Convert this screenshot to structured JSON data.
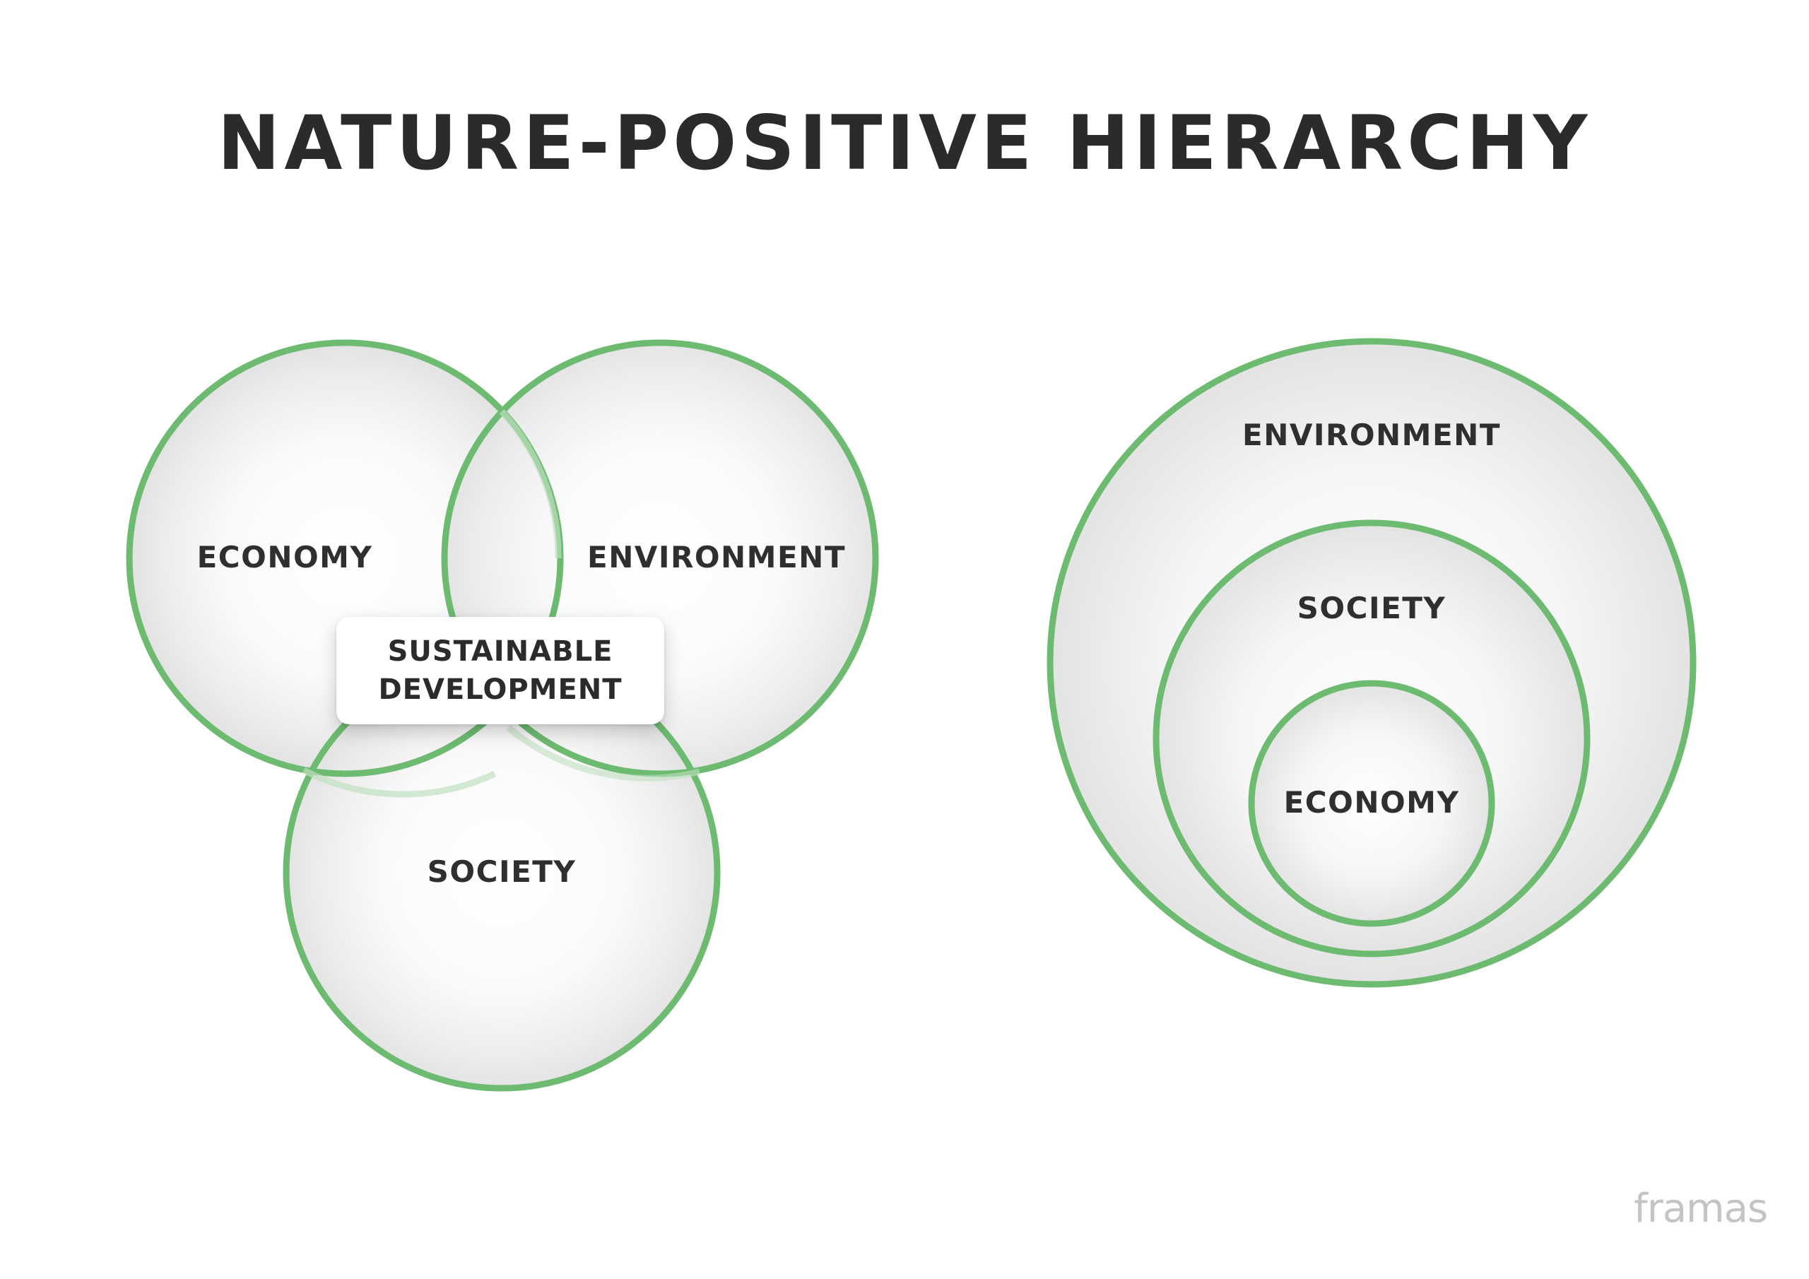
{
  "title": "NATURE-POSITIVE HIERARCHY",
  "venn": {
    "economy": "ECONOMY",
    "environment": "ENVIRONMENT",
    "society": "SOCIETY",
    "center_line1": "SUSTAINABLE",
    "center_line2": "DEVELOPMENT"
  },
  "nested": {
    "outer": "ENVIRONMENT",
    "middle": "SOCIETY",
    "inner": "ECONOMY"
  },
  "logo": "framas",
  "colors": {
    "ring": "#6dba71",
    "circle_fill_center": "#ffffff",
    "circle_fill_edge": "#e4e4e4",
    "text": "#2b2b2b"
  }
}
